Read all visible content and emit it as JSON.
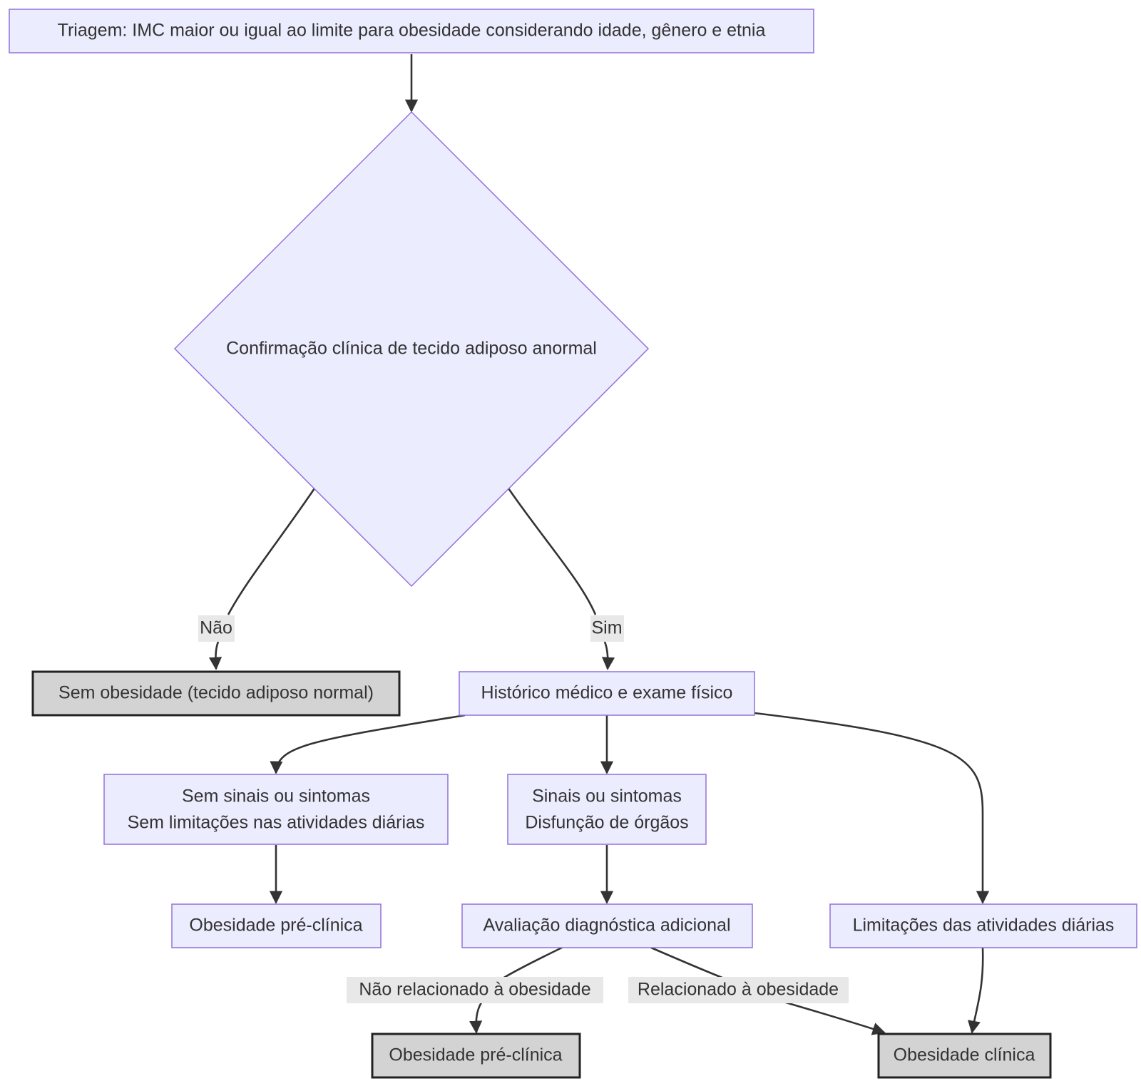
{
  "nodes": {
    "triagem": "Triagem: IMC maior ou igual ao limite para obesidade considerando idade, gênero e etnia",
    "decisao": "Confirmação clínica de tecido adiposo anormal",
    "sem_obesidade": "Sem obesidade (tecido adiposo normal)",
    "historico": "Histórico médico e exame físico",
    "sem_sinais": [
      "Sem sinais ou sintomas",
      "Sem limitações nas atividades diárias"
    ],
    "sinais": [
      "Sinais ou sintomas",
      "Disfunção de órgãos"
    ],
    "obesidade_pre_clinica_1": "Obesidade pré-clínica",
    "avaliacao": "Avaliação diagnóstica adicional",
    "limitacoes": "Limitações das atividades diárias",
    "obesidade_pre_clinica_2": "Obesidade pré-clínica",
    "obesidade_clinica": "Obesidade clínica"
  },
  "edge_labels": {
    "nao": "Não",
    "sim": "Sim",
    "nao_relacionado": "Não relacionado à obesidade",
    "relacionado": "Relacionado à obesidade"
  },
  "colors": {
    "node_fill": "#ECECFF",
    "node_stroke": "#9370DB",
    "terminal_fill": "#D3D3D3",
    "terminal_stroke": "#222222",
    "edge": "#333333",
    "label_bg": "#E8E8E8",
    "text": "#333333"
  }
}
